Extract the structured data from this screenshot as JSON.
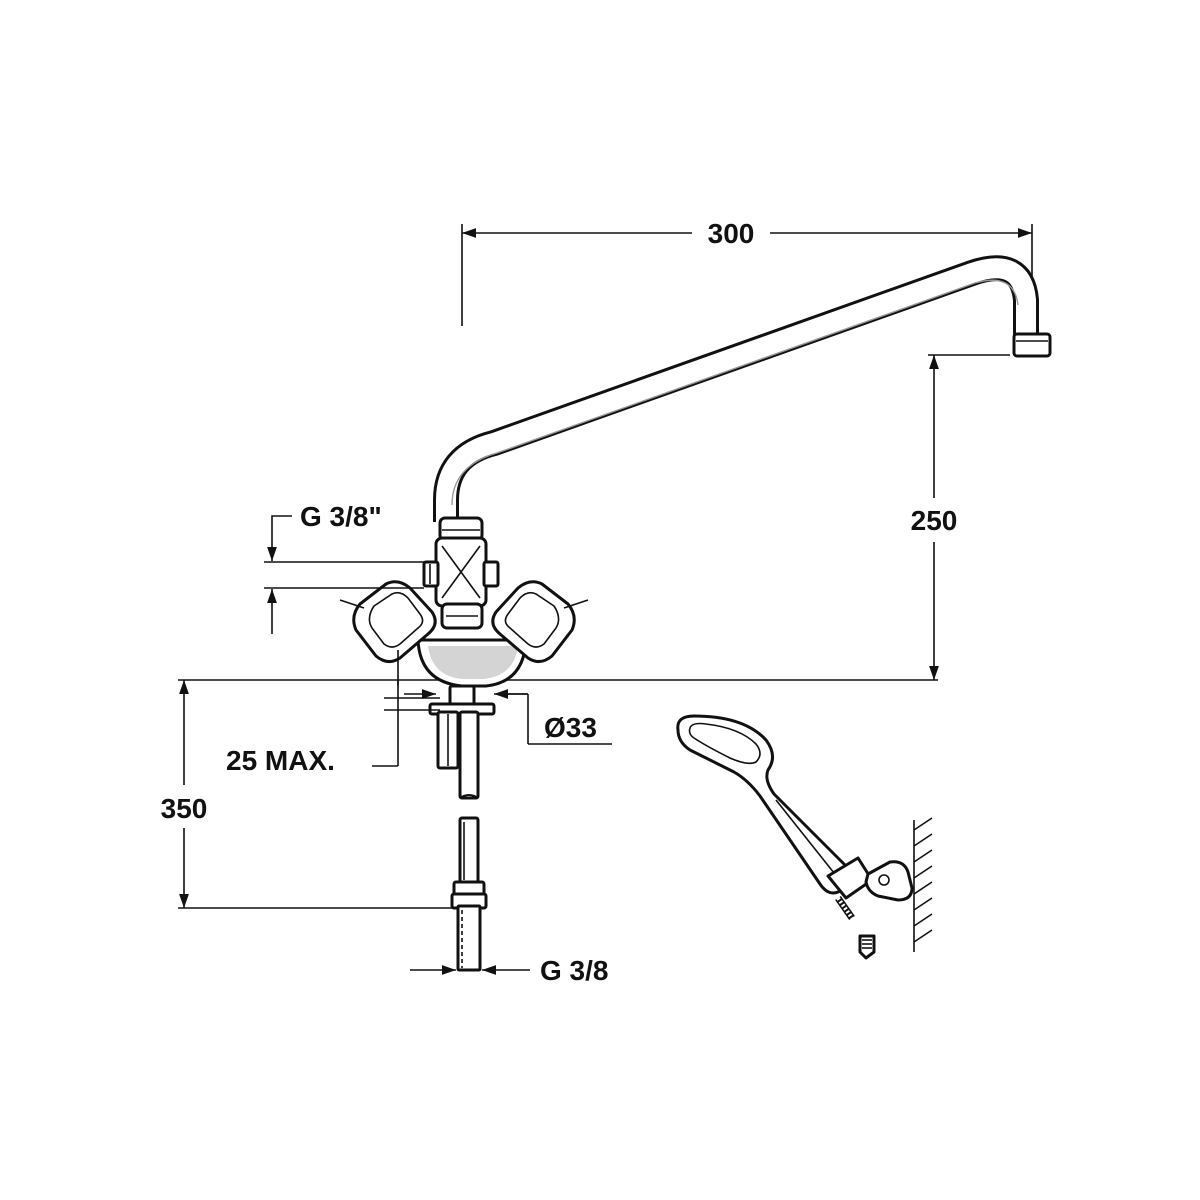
{
  "dimensions": {
    "spout_reach": "300",
    "spout_height": "250",
    "inlet_thread": "G 3/8\"",
    "deck_hole": "Ø33",
    "deck_thickness": "25 MAX.",
    "supply_length": "350",
    "supply_thread": "G 3/8"
  }
}
